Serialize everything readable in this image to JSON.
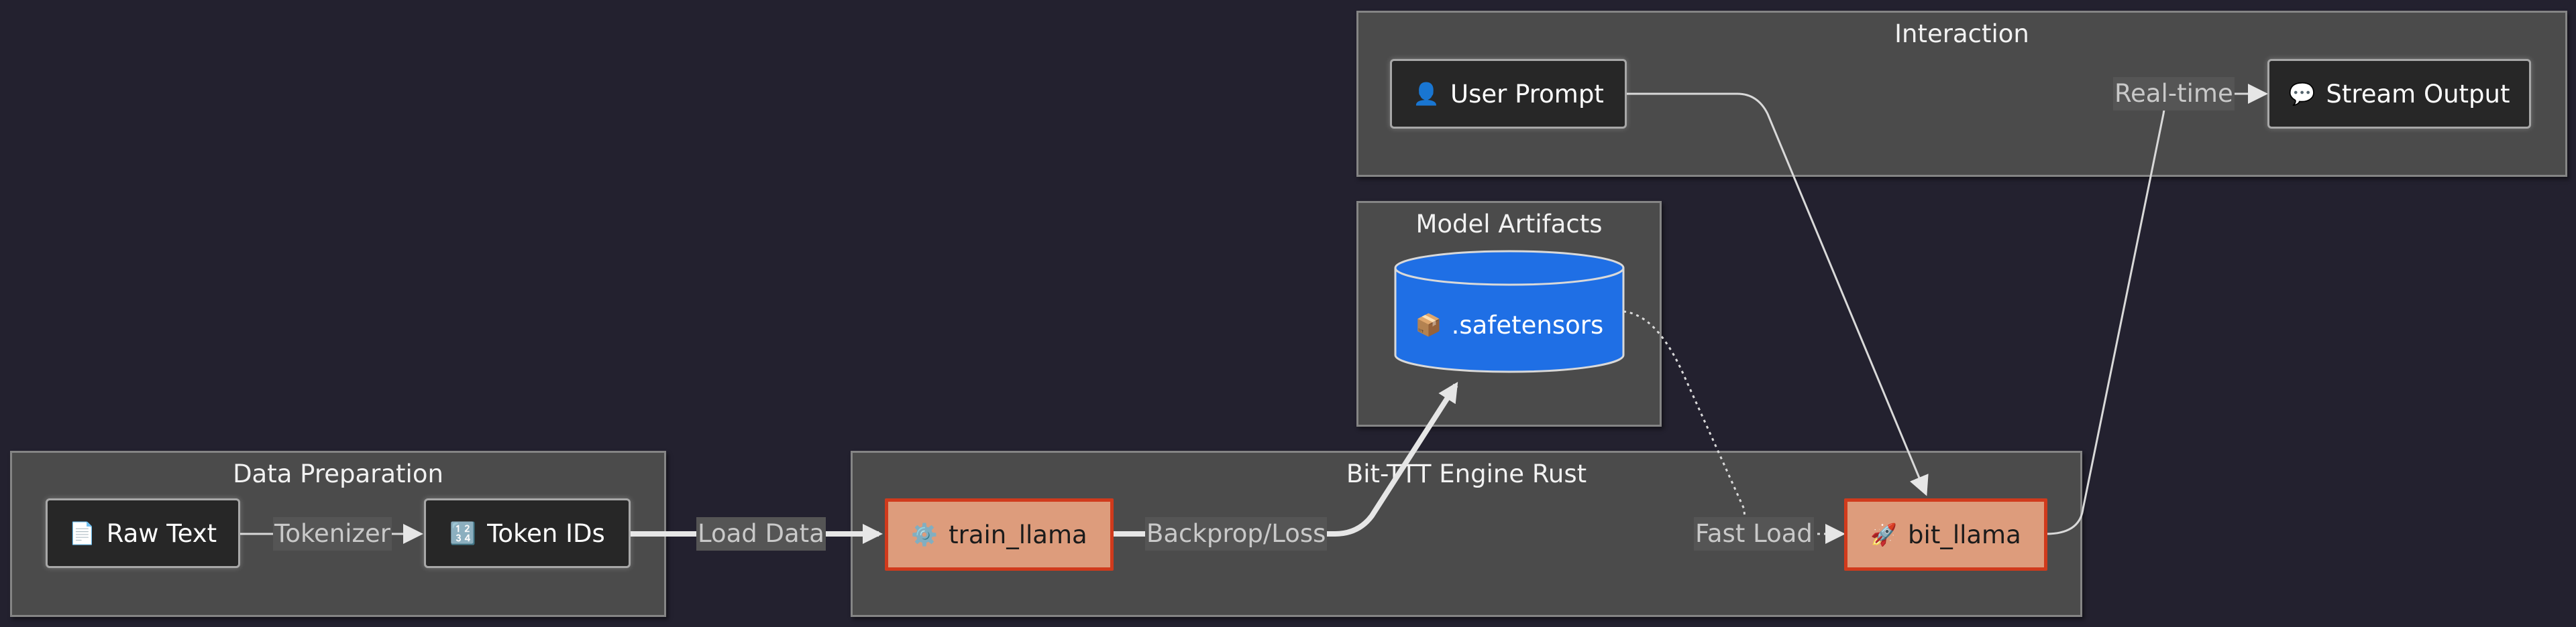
{
  "clusters": {
    "data_prep": "Data Preparation",
    "engine": "Bit-TTT Engine Rust",
    "artifacts": "Model Artifacts",
    "interaction": "Interaction"
  },
  "nodes": {
    "raw_text": {
      "label": "Raw Text",
      "icon": "📄"
    },
    "token_ids": {
      "label": "Token IDs",
      "icon": "🔢"
    },
    "train_llama": {
      "label": "train_llama",
      "icon": "⚙️"
    },
    "bit_llama": {
      "label": "bit_llama",
      "icon": "🚀"
    },
    "safetensors": {
      "label": ".safetensors",
      "icon": "📦"
    },
    "user_prompt": {
      "label": "User Prompt",
      "icon": "👤"
    },
    "stream_output": {
      "label": "Stream Output",
      "icon": "💬"
    }
  },
  "edges": {
    "tokenizer": "Tokenizer",
    "load_data": "Load Data",
    "backprop": "Backprop/Loss",
    "fast_load": "Fast Load",
    "real_time": "Real-time"
  },
  "colors": {
    "background": "#23212f",
    "cluster_fill": "#4b4b4b",
    "engine_node_fill": "#dd9c7c",
    "engine_node_border": "#d03a1c",
    "artifact_fill": "#1f6fe5"
  }
}
